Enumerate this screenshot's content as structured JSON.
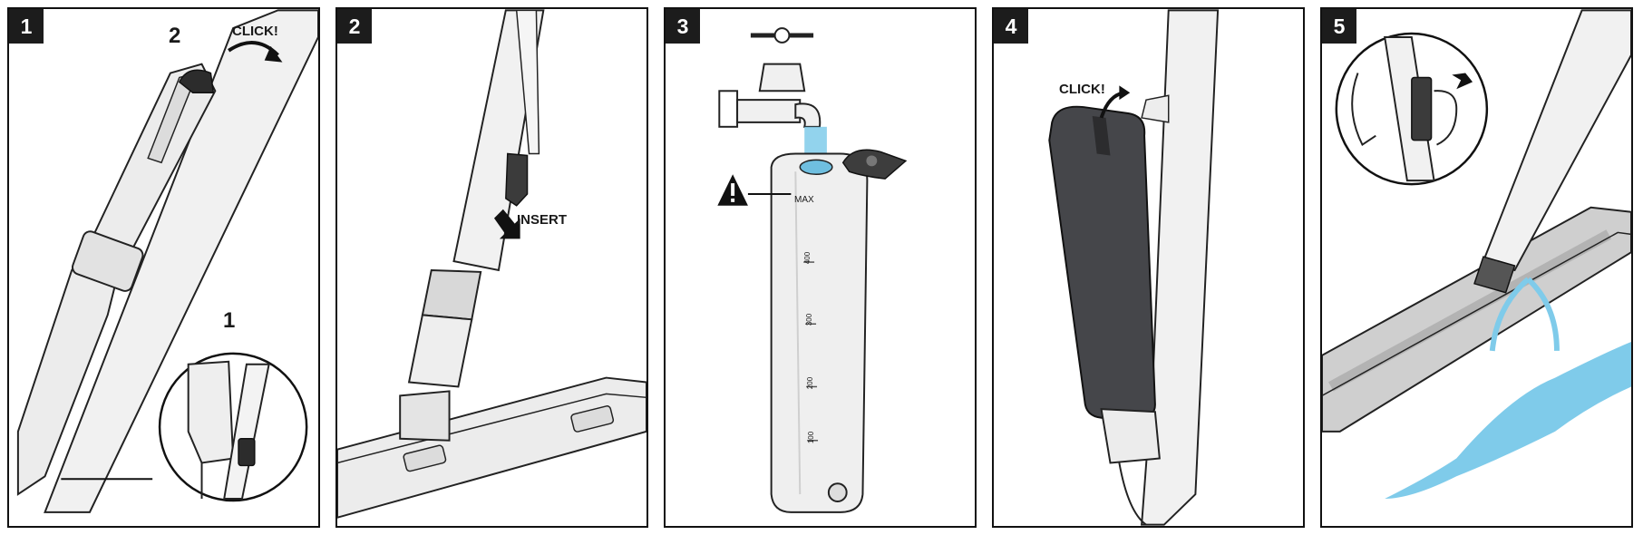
{
  "panels": [
    {
      "number": "1",
      "callouts": {
        "step_a": "2",
        "click": "CLICK!",
        "step_b": "1"
      }
    },
    {
      "number": "2",
      "callouts": {
        "insert": "INSERT"
      }
    },
    {
      "number": "3",
      "callouts": {
        "max": "MAX",
        "marks": [
          "400",
          "300",
          "200",
          "100"
        ]
      }
    },
    {
      "number": "4",
      "callouts": {
        "click": "CLICK!"
      }
    },
    {
      "number": "5",
      "callouts": {}
    }
  ],
  "colors": {
    "ink": "#1c1c1c",
    "water": "#7fcbea",
    "tank_dark": "#3f4044",
    "body": "#eeeeee"
  }
}
